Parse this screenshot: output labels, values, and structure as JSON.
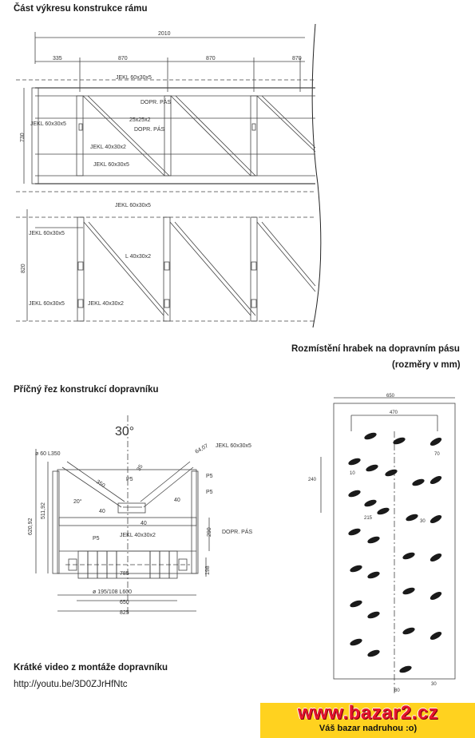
{
  "captions": {
    "frame_section": "Část výkresu konstrukce rámu",
    "scraper_layout_line1": "Rozmístění hrabek na dopravním pásu",
    "scraper_layout_line2": "(rozměry v mm)",
    "cross_section": "Příčný řez konstrukcí dopravníku",
    "video": "Krátké video z montáže dopravníku",
    "video_url": "http://youtu.be/3D0ZJrHfNtc"
  },
  "frame_plan": {
    "total_length": "2010",
    "segments": [
      "335",
      "870",
      "870",
      "870"
    ],
    "height": "730",
    "labels": {
      "top_beam": "JEKL 60x30x5",
      "dopr_pas_top": "DOPR. PÁS",
      "brace": "25x25x2",
      "dopr_pas": "DOPR. PÁS",
      "left_beam": "JEKL 60x30x5",
      "inner_beam": "JEKL 40x30x2",
      "bottom_beam": "JEKL 60x30x5"
    }
  },
  "frame_side": {
    "height": "820",
    "labels": {
      "top_beam": "JEKL 60x30x5",
      "left_beam": "JEKL 60x30x5",
      "diagonal": "L 40x30x2",
      "bottom_left": "JEKL 60x30x5",
      "bottom_beam": "JEKL 40x30x2"
    }
  },
  "cross_section": {
    "angle": "30°",
    "roller": "ø 60 L350",
    "jekl": "JEKL 60x30x5",
    "jekl_inner": "JEKL 40x30x2",
    "dim_350": "350",
    "dim_35": "35",
    "dim_64": "64,07",
    "dim_620": "620,92",
    "dim_511": "511,92",
    "dim_40a": "40",
    "dim_40b": "40",
    "dim_40c": "40",
    "dim_290": "290",
    "dim_198": "198",
    "dim_785": "785",
    "dim_650": "650",
    "dim_825": "825",
    "p5a": "P5",
    "p5b": "P5",
    "p5c": "P5",
    "p5d": "P5",
    "dopr_pas": "DOPR. PÁS",
    "drum": "ø 195/108 L600",
    "angle_20": "20°"
  },
  "belt_layout": {
    "width": "650",
    "inner_width": "470",
    "dim_240": "240",
    "dim_10": "10",
    "dim_70": "70",
    "dim_215": "215",
    "dim_30": "30",
    "dim_80": "80",
    "dim_30b": "30"
  },
  "banner": {
    "url": "www.bazar2.cz",
    "slogan": "Váš bazar nadruhou    :o)",
    "bg_color": "#ffd21f",
    "text_color": "#e8162c"
  }
}
